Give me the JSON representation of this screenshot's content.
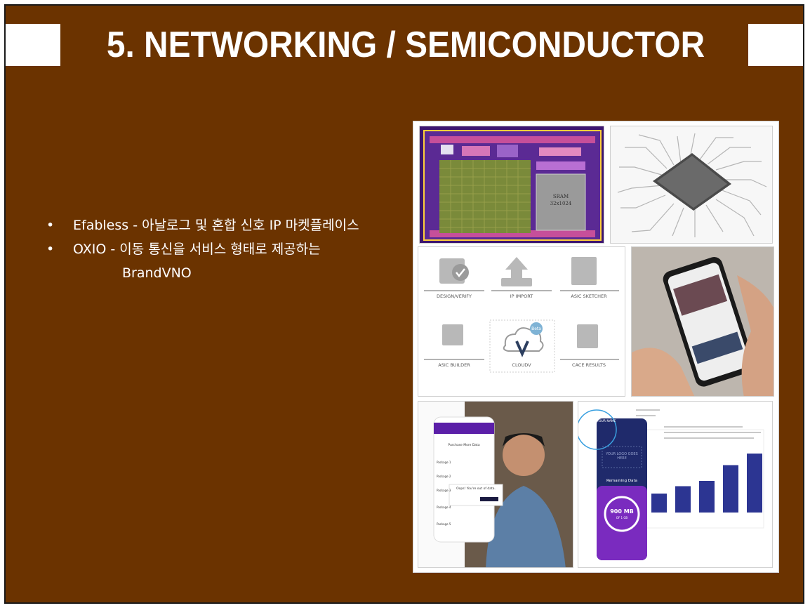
{
  "slide": {
    "title": "5. NETWORKING / SEMICONDUCTOR",
    "bullets": [
      {
        "text": "Efabless - 아날로그 및 혼합 신호 IP 마켓플레이스"
      },
      {
        "text": "OXIO - 이동 통신을 서비스 형태로 제공하는",
        "continuation": "BrandVNO"
      }
    ],
    "bullet_glyph": "•"
  },
  "collage": {
    "chip_layout": {
      "sram_label": "SRAM",
      "sram_size": "32x1024"
    },
    "efabless_icons": [
      {
        "label": "DESIGN/VERIFY",
        "icon": "chip-check-icon"
      },
      {
        "label": "IP IMPORT",
        "icon": "upload-icon"
      },
      {
        "label": "ASIC SKETCHER",
        "icon": "sketch-icon"
      },
      {
        "label": "ASIC BUILDER",
        "icon": "chip-builder-icon"
      },
      {
        "label": "CLOUDV",
        "icon": "cloud-icon",
        "badge": "Beta"
      },
      {
        "label": "CACE RESULTS",
        "icon": "results-icon"
      }
    ],
    "phone_app": {
      "your_name": "YOUR NAME",
      "logo_text": "YOUR LOGO GOES HERE",
      "remaining_label": "Remaining Data",
      "remaining_value": "900 MB",
      "remaining_sub": "OF 1 GB"
    },
    "purchase_app": {
      "title": "Purchase More Data",
      "packages": [
        "Package 1",
        "Package 2",
        "Package 3",
        "Package 4",
        "Package 5"
      ],
      "popup": "Oops! You're out of data."
    },
    "bar_chart": {
      "values": [
        0.18,
        0.25,
        0.3,
        0.45,
        0.56
      ]
    }
  },
  "colors": {
    "background": "#6b3300",
    "accent": "#2c3592",
    "title": "#ffffff"
  }
}
